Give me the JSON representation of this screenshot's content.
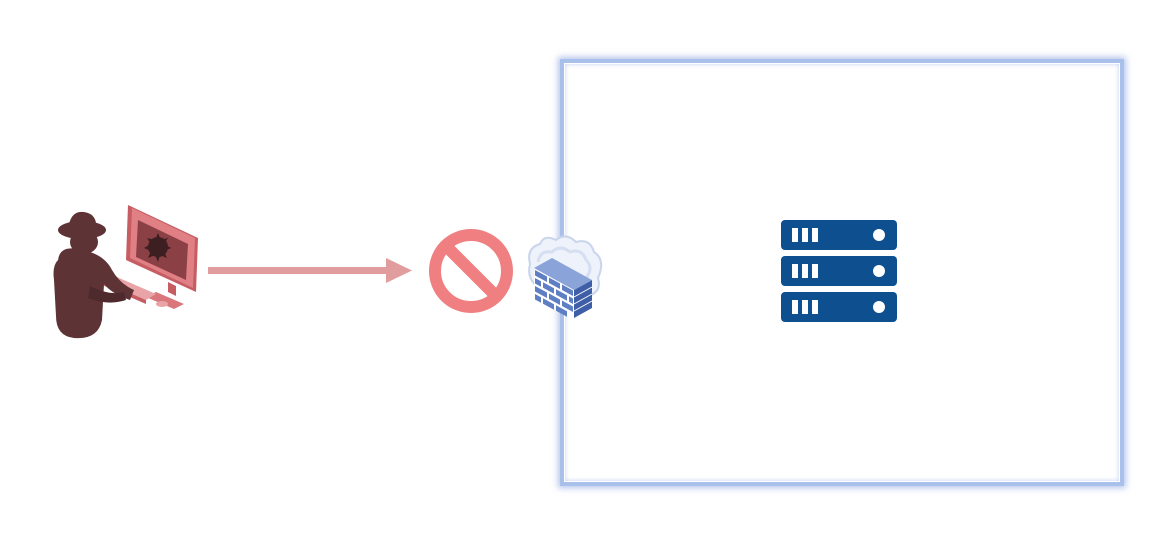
{
  "diagram": {
    "nodes": [
      {
        "id": "attacker",
        "icon": "hacker-at-computer-icon"
      },
      {
        "id": "blocked",
        "icon": "no-entry-icon"
      },
      {
        "id": "firewall",
        "icon": "firewall-icon"
      },
      {
        "id": "server",
        "icon": "server-rack-icon"
      }
    ],
    "edges": [
      {
        "from": "attacker",
        "to": "blocked",
        "style": "arrow"
      }
    ],
    "containers": [
      {
        "id": "protected-network",
        "contains": [
          "server"
        ]
      }
    ]
  },
  "colors": {
    "attacker": "#5e3336",
    "monitor": "#d9777c",
    "arrow": "#e19c9e",
    "prohibited": "#ef7f80",
    "boundary": "#a8c0ea",
    "server": "#0e4f8f",
    "firewall_brick": "#5f7fc4"
  }
}
